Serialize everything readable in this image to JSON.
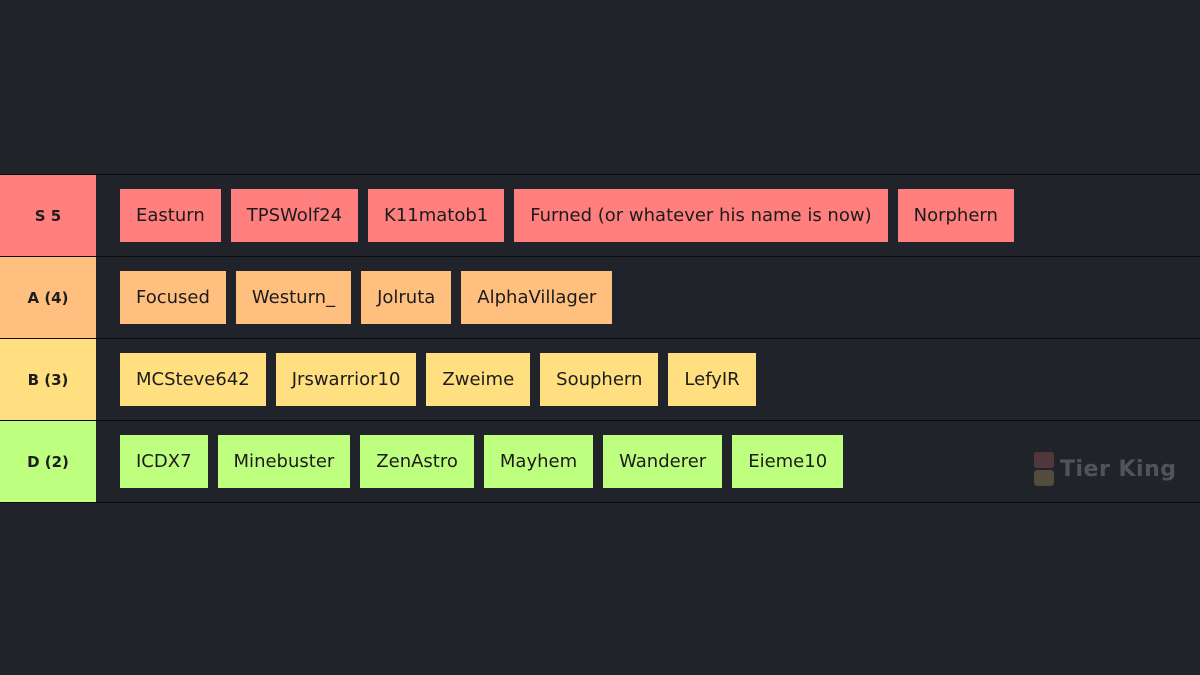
{
  "tiers": [
    {
      "label": "S 5",
      "color": "#ff7f7f",
      "items": [
        "Easturn",
        "TPSWolf24",
        "K11matob1",
        "Furned (or whatever his name is now)",
        "Norphern"
      ]
    },
    {
      "label": "A (4)",
      "color": "#ffbf7f",
      "items": [
        "Focused",
        "Westurn_",
        "Jolruta",
        "AlphaVillager"
      ]
    },
    {
      "label": "B (3)",
      "color": "#ffdf7f",
      "items": [
        "MCSteve642",
        "Jrswarrior10",
        "Zweime",
        "Souphern",
        "LefyIR"
      ]
    },
    {
      "label": "D (2)",
      "color": "#bfff7f",
      "items": [
        "ICDX7",
        "Minebuster",
        "ZenAstro",
        "Mayhem",
        "Wanderer",
        "Eieme10"
      ]
    }
  ],
  "watermark": {
    "text": "Tier King",
    "icon": "tier-king-logo-icon"
  },
  "colors": {
    "background": "#20232a",
    "divider": "#0b0c0f"
  }
}
